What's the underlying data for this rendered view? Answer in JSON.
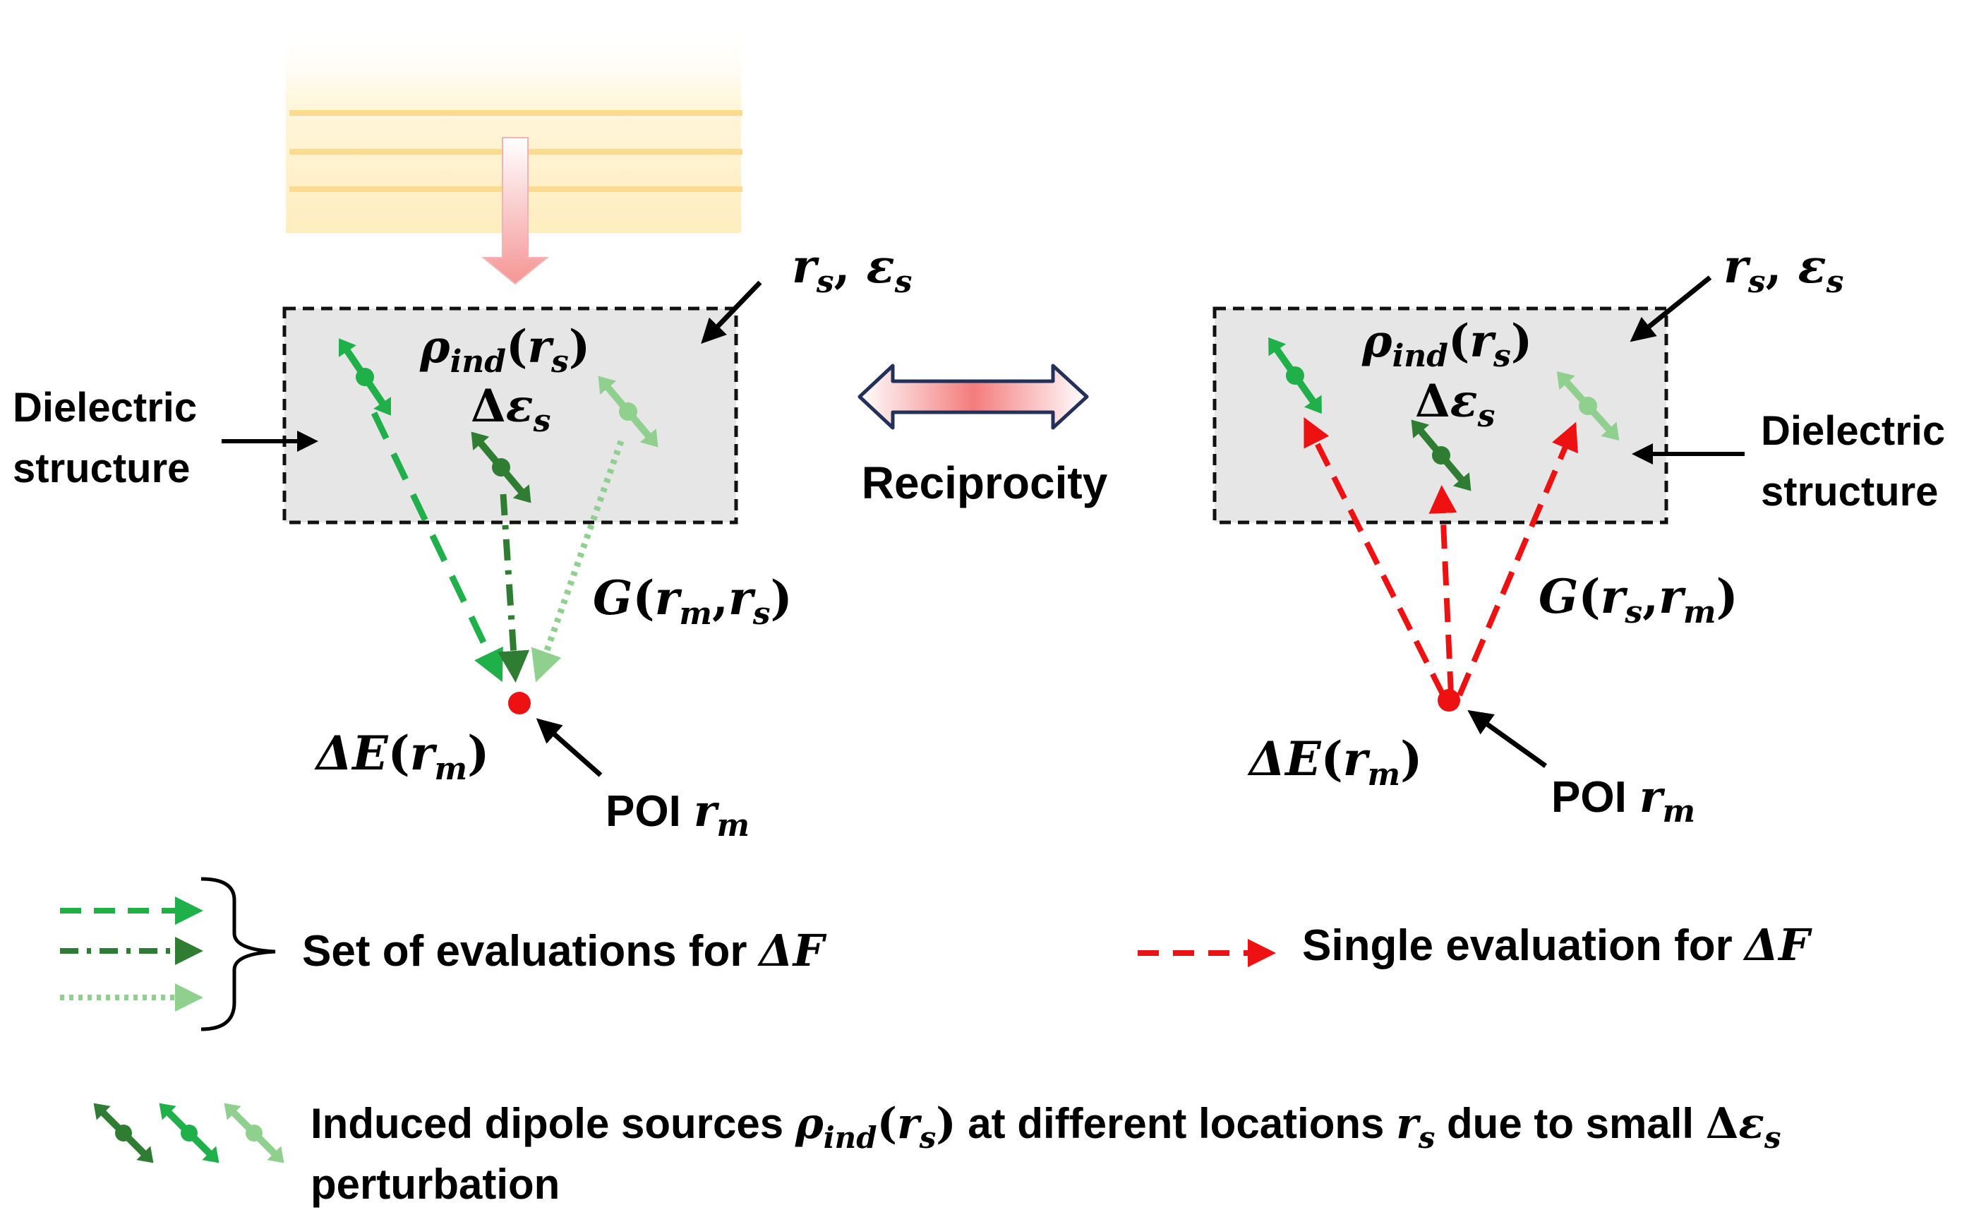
{
  "labels": {
    "dielectric_left_1": "Dielectric",
    "dielectric_left_2": "structure",
    "dielectric_right_1": "Dielectric",
    "dielectric_right_2": "structure",
    "reciprocity": "Reciprocity",
    "poi": "POI",
    "rs": "r",
    "rs_sub": "s",
    "eps": "ε",
    "eps_sub": "s",
    "rho": "ρ",
    "rho_sub": "ind",
    "delta": "Δ",
    "g": "G",
    "rm_sub": "m",
    "de": "ΔE",
    "legend_set": "Set of evaluations for ",
    "legend_single": "Single evaluation for ",
    "delta_f": "ΔF",
    "induced_1": "Induced dipole sources ",
    "induced_2": " at different locations ",
    "induced_3": " due to small ",
    "induced_4": "perturbation"
  },
  "colors": {
    "green_bright": "#1fb04a",
    "green_dark": "#2e7d32",
    "green_light": "#8fd08f",
    "red": "#ee1111",
    "box_fill": "#e6e6e6",
    "light_band": "#fff3d0",
    "light_line": "#fbdc8f",
    "arrow_pink": "#f7a5a5"
  },
  "icons": [
    "dipole-icon",
    "poi-dot-icon",
    "double-arrow-icon",
    "curly-brace-icon"
  ]
}
